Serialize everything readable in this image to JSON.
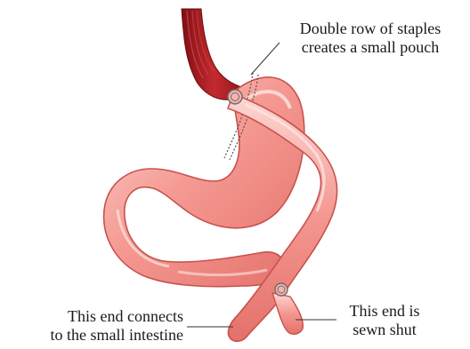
{
  "labels": {
    "staples": {
      "line1": "Double row of staples",
      "line2": "creates a small pouch"
    },
    "connects": {
      "line1": "This end connects",
      "line2": "to the small intestine"
    },
    "sewn": {
      "line1": "This end is",
      "line2": "sewn shut"
    }
  },
  "colors": {
    "stomach_fill": "#f08c86",
    "stomach_highlight": "#fbd3cf",
    "stomach_outline": "#c8524d",
    "esophagus": "#b01e24",
    "staples": "#555555",
    "leader_line": "#333333"
  }
}
